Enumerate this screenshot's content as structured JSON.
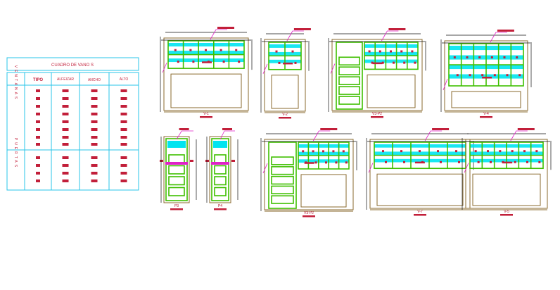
{
  "table": {
    "title": "CUADRO DE VANO S",
    "headers": [
      "TIPO",
      "ALFEIZAR",
      "ANCHO",
      "ALTO"
    ],
    "group_ventanas": "VENTANAS",
    "group_puertas": "PUERTAS"
  },
  "elevations": [
    {
      "label": "V-1"
    },
    {
      "label": "V-2"
    },
    {
      "label": "V3-P2"
    },
    {
      "label": "V-4"
    },
    {
      "label": "P3"
    },
    {
      "label": "P4"
    },
    {
      "label": "V3-P2"
    },
    {
      "label": "V-7"
    },
    {
      "label": "V-5"
    }
  ],
  "colors": {
    "table_line": "#29c4e8",
    "text_red": "#c21f3a",
    "frame_green": "#3fbf00",
    "glass_cyan": "#00e4f0",
    "wall_brown": "#8a6a2c",
    "dim_black": "#111111",
    "tag_magenta": "#e020c8"
  }
}
